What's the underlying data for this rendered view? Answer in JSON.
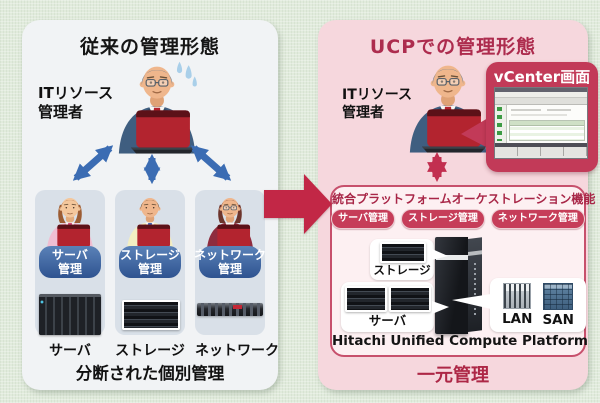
{
  "left_panel": {
    "title": "従来の管理形態",
    "manager_label": {
      "line1": "ITリソース",
      "line2": "管理者"
    },
    "columns": [
      {
        "role_lines": [
          "サーバ",
          "管理"
        ],
        "device_label": "サーバ"
      },
      {
        "role_lines": [
          "ストレージ",
          "管理"
        ],
        "device_label": "ストレージ"
      },
      {
        "role_lines": [
          "ネットワーク",
          "管理"
        ],
        "device_label": "ネットワーク"
      }
    ],
    "caption": "分断された個別管理"
  },
  "right_panel": {
    "title": "UCPでの管理形態",
    "manager_label": {
      "line1": "ITリソース",
      "line2": "管理者"
    },
    "vcenter_callout": {
      "label": "vCenter画面"
    },
    "orchestration": {
      "title": "統合プラットフォームオーケストレーション機能",
      "pills": [
        "サーバ管理",
        "ストレージ管理",
        "ネットワーク管理"
      ],
      "storage_label": "ストレージ",
      "server_label": "サーバ",
      "lan_label": "LAN",
      "san_label": "SAN",
      "platform_name": "Hitachi Unified Compute Platform"
    },
    "caption": "一元管理"
  },
  "icons": {
    "bidirectional-arrow-icon": "double-headed arrow drawn as svg line with triangle markers",
    "transition-arrow-icon": "thick right-pointing arrow (rect + css triangle)",
    "person-icon": "stylized worker with red laptop (inline svg)"
  },
  "colors": {
    "background_green": "#e1ebdc",
    "left_panel_bg": "#f1f3f5",
    "column_card_bg": "#d9e0e8",
    "role_button_blue": "#34598f",
    "arrow_blue": "#3b6cb3",
    "right_panel_pink": "#f6d7dd",
    "accent_crimson": "#c22746",
    "callout_red": "#c23a58",
    "box_border_red": "#c7506c",
    "laptop_red": "#b3242f"
  }
}
